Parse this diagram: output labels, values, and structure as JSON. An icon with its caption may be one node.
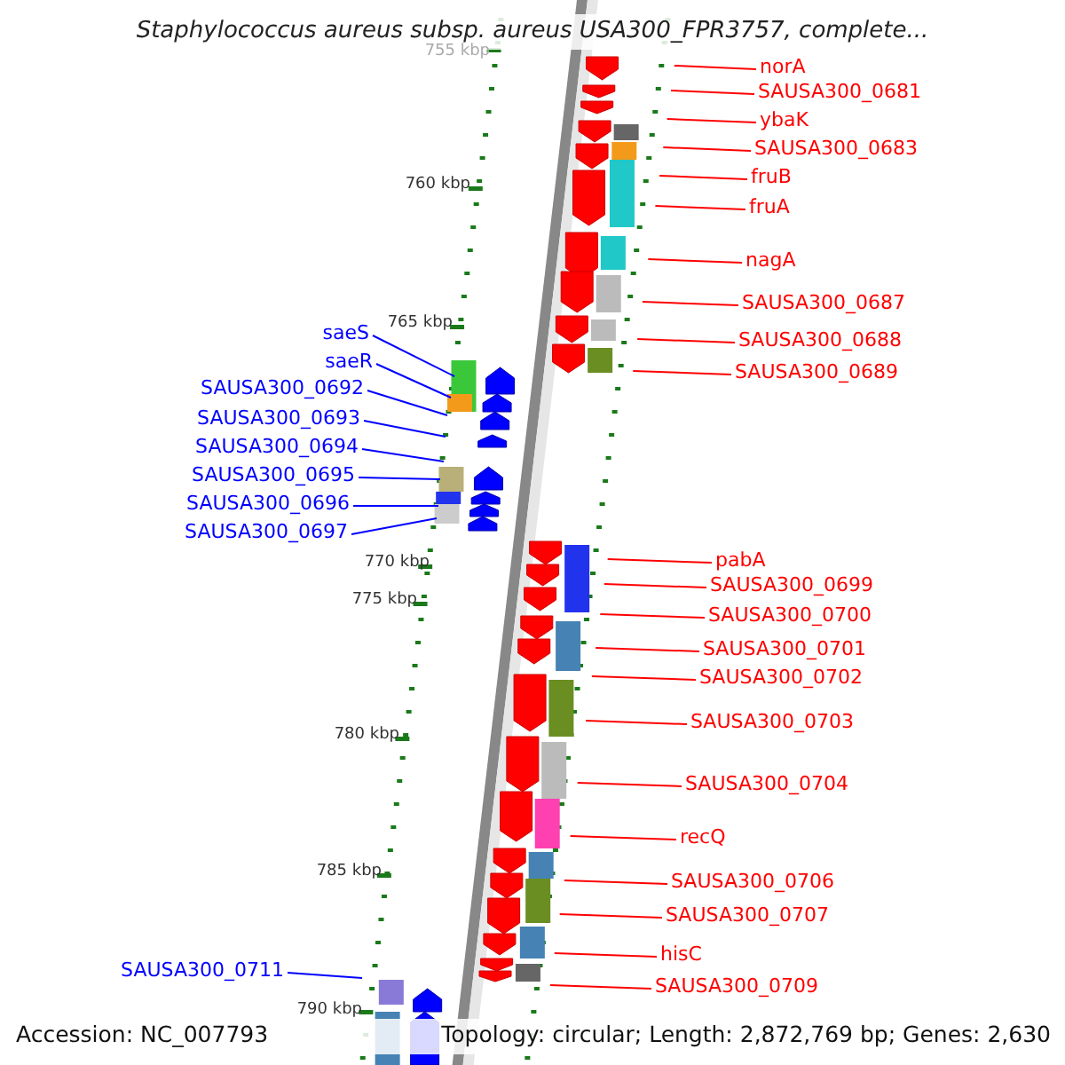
{
  "diagram": {
    "title": "Staphylococcus aureus subsp. aureus USA300_FPR3757, complete...",
    "nodes": [
      {
        "text": [
          "norA"
        ]
      },
      {
        "text": [
          "SAUSA300_0681"
        ]
      },
      {
        "text": [
          "ybaK"
        ]
      },
      {
        "text": [
          "SAUSA300_0683"
        ]
      },
      {
        "text": [
          "fruB"
        ]
      },
      {
        "text": [
          "fruA"
        ]
      },
      {
        "text": [
          "nagA"
        ]
      },
      {
        "text": [
          "SAUSA300_0687"
        ]
      },
      {
        "text": [
          "saeS"
        ]
      },
      {
        "text": [
          "SAUSA300_0688"
        ]
      },
      {
        "text": [
          "saeR"
        ]
      },
      {
        "text": [
          "SAUSA300_0689"
        ]
      },
      {
        "text": [
          "SAUSA300_0692"
        ]
      },
      {
        "text": [
          "SAUSA300_0693"
        ]
      },
      {
        "text": [
          "SAUSA300_0694"
        ]
      },
      {
        "text": [
          "SAUSA300_0695"
        ]
      },
      {
        "text": [
          "SAUSA300_0696"
        ]
      },
      {
        "text": [
          "SAUSA300_0697"
        ]
      },
      {
        "text": [
          "pabA"
        ]
      },
      {
        "text": [
          "SAUSA300_0699"
        ]
      },
      {
        "text": [
          "SAUSA300_0700"
        ]
      },
      {
        "text": [
          "SAUSA300_0701"
        ]
      },
      {
        "text": [
          "SAUSA300_0702"
        ]
      },
      {
        "text": [
          "SAUSA300_0703"
        ]
      },
      {
        "text": [
          "SAUSA300_0704"
        ]
      },
      {
        "text": [
          "recQ"
        ]
      },
      {
        "text": [
          "SAUSA300_0706"
        ]
      },
      {
        "text": [
          "SAUSA300_0707"
        ]
      },
      {
        "text": [
          "hisC"
        ]
      },
      {
        "text": [
          "SAUSA300_0711"
        ]
      },
      {
        "text": [
          "SAUSA300_0709"
        ]
      }
    ],
    "edges": [
      {
        "from": 0,
        "to": null,
        "arrow": "none"
      },
      {
        "from": 1,
        "to": null,
        "arrow": "none"
      },
      {
        "from": 2,
        "to": null,
        "arrow": "none"
      },
      {
        "from": 3,
        "to": null,
        "arrow": "none"
      },
      {
        "from": 4,
        "to": null,
        "arrow": "none"
      },
      {
        "from": 5,
        "to": null,
        "arrow": "none"
      },
      {
        "from": 6,
        "to": null,
        "arrow": "none"
      },
      {
        "from": 7,
        "to": null,
        "arrow": "none"
      },
      {
        "from": 8,
        "to": null,
        "arrow": "none",
        "color": "#0000ff"
      },
      {
        "from": 9,
        "to": null,
        "arrow": "none"
      },
      {
        "from": 10,
        "to": null,
        "arrow": "none",
        "color": "#0000ff"
      },
      {
        "from": 11,
        "to": null,
        "arrow": "none"
      },
      {
        "from": 12,
        "to": null,
        "arrow": "none",
        "color": "#0000ff"
      },
      {
        "from": 13,
        "to": null,
        "arrow": "none",
        "color": "#0000ff"
      },
      {
        "from": 14,
        "to": null,
        "arrow": "none",
        "color": "#0000ff"
      },
      {
        "from": 15,
        "to": null,
        "arrow": "none",
        "color": "#0000ff"
      },
      {
        "from": 16,
        "to": null,
        "arrow": "none",
        "color": "#0000ff"
      },
      {
        "from": 17,
        "to": null,
        "arrow": "none",
        "color": "#0000ff"
      },
      {
        "from": 18,
        "to": null,
        "arrow": "none"
      },
      {
        "from": 19,
        "to": null,
        "arrow": "none"
      },
      {
        "from": 20,
        "to": null,
        "arrow": "none"
      },
      {
        "from": 21,
        "to": null,
        "arrow": "none"
      },
      {
        "from": 22,
        "to": null,
        "arrow": "none"
      },
      {
        "from": 23,
        "to": null,
        "arrow": "none"
      },
      {
        "from": 24,
        "to": null,
        "arrow": "none"
      },
      {
        "from": 25,
        "to": null,
        "arrow": "none"
      },
      {
        "from": 26,
        "to": null,
        "arrow": "none"
      },
      {
        "from": 27,
        "to": null,
        "arrow": "none"
      },
      {
        "from": 28,
        "to": null,
        "arrow": "none"
      },
      {
        "from": 29,
        "to": null,
        "arrow": "none",
        "color": "#0000ff"
      },
      {
        "from": 30,
        "to": null,
        "arrow": "none"
      }
    ],
    "labels": [
      "755 kbp",
      "760 kbp",
      "765 kbp",
      "770 kbp",
      "775 kbp",
      "780 kbp",
      "785 kbp",
      "790 kbp",
      "Accession: NC_007793",
      "Topology: circular; Length: 2,872,769 bp; Genes: 2,630"
    ]
  }
}
